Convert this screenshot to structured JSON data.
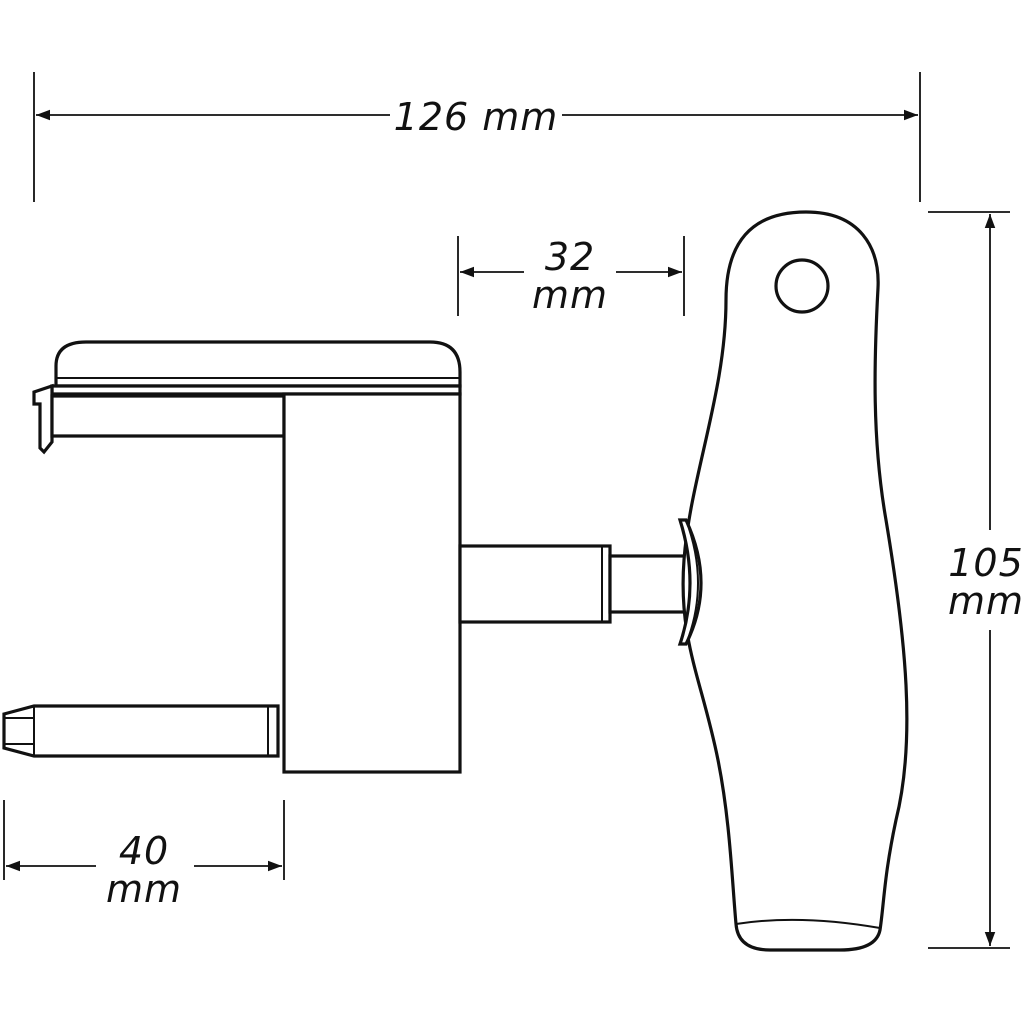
{
  "dimensions": {
    "overall_width": {
      "value": "126",
      "unit": "mm"
    },
    "shaft_length": {
      "value": "32",
      "unit": "mm"
    },
    "overall_height": {
      "value": "105",
      "unit": "mm"
    },
    "bit_length": {
      "value": "40",
      "unit": "mm"
    }
  }
}
